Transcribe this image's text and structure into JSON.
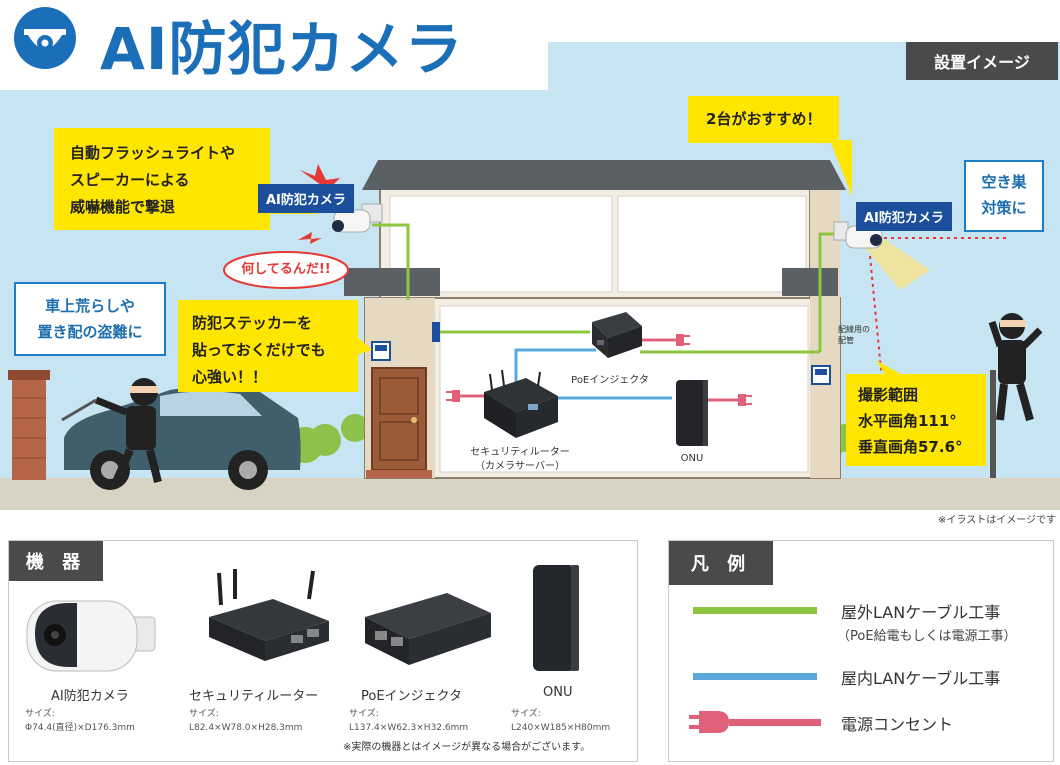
{
  "header": {
    "title": "AI防犯カメラ",
    "badge": "設置イメージ"
  },
  "scene": {
    "callout_top": "2台がおすすめ！",
    "callout_flash": [
      "自動フラッシュライトや",
      "スピーカーによる",
      "威嚇機能で撃退"
    ],
    "callout_sticker": [
      "防犯ステッカーを",
      "貼っておくだけでも",
      "心強い！！"
    ],
    "callout_range": [
      "撮影範囲",
      "水平画角111°",
      "垂直画角57.6°"
    ],
    "tag_car": [
      "車上荒らしや",
      "置き配の盗難に"
    ],
    "tag_burglar": [
      "空き巣",
      "対策に"
    ],
    "camera_label_left": "AI防犯カメラ",
    "camera_label_right": "AI防犯カメラ",
    "shout": "何してるんだ!!",
    "label_poe": "PoEインジェクタ",
    "label_router": [
      "セキュリティルーター",
      "（カメラサーバー）"
    ],
    "label_onu": "ONU",
    "label_conduit": [
      "配線用の",
      "配管"
    ],
    "note": "※イラストはイメージです"
  },
  "devices": {
    "heading": "機 器",
    "spec_label": "サイズ:",
    "items": [
      {
        "name": "AI防犯カメラ",
        "size": "Φ74.4(直径)×D176.3mm"
      },
      {
        "name": "セキュリティルーター",
        "size": "L82.4×W78.0×H28.3mm"
      },
      {
        "name": "PoEインジェクタ",
        "size": "L137.4×W62.3×H32.6mm"
      },
      {
        "name": "ONU",
        "size": "L240×W185×H80mm"
      }
    ],
    "note": "※実際の機器とはイメージが異なる場合がございます。"
  },
  "legend": {
    "heading": "凡 例",
    "items": [
      {
        "label": "屋外LANケーブル工事",
        "sub": "（PoE給電もしくは電源工事）",
        "color": "#8cc63f"
      },
      {
        "label": "屋内LANケーブル工事",
        "color": "#5aa7dd"
      },
      {
        "label": "電源コンセント",
        "color": "#e0607a"
      }
    ]
  },
  "colors": {
    "brand_blue": "#1b6fb8",
    "callout_yellow": "#ffe600",
    "sky": "#c7e4f2",
    "wall": "#f2eee3",
    "roof": "#5b6065",
    "outdoor_lan": "#8cc63f",
    "indoor_lan": "#5aa7dd",
    "power": "#e0607a"
  }
}
